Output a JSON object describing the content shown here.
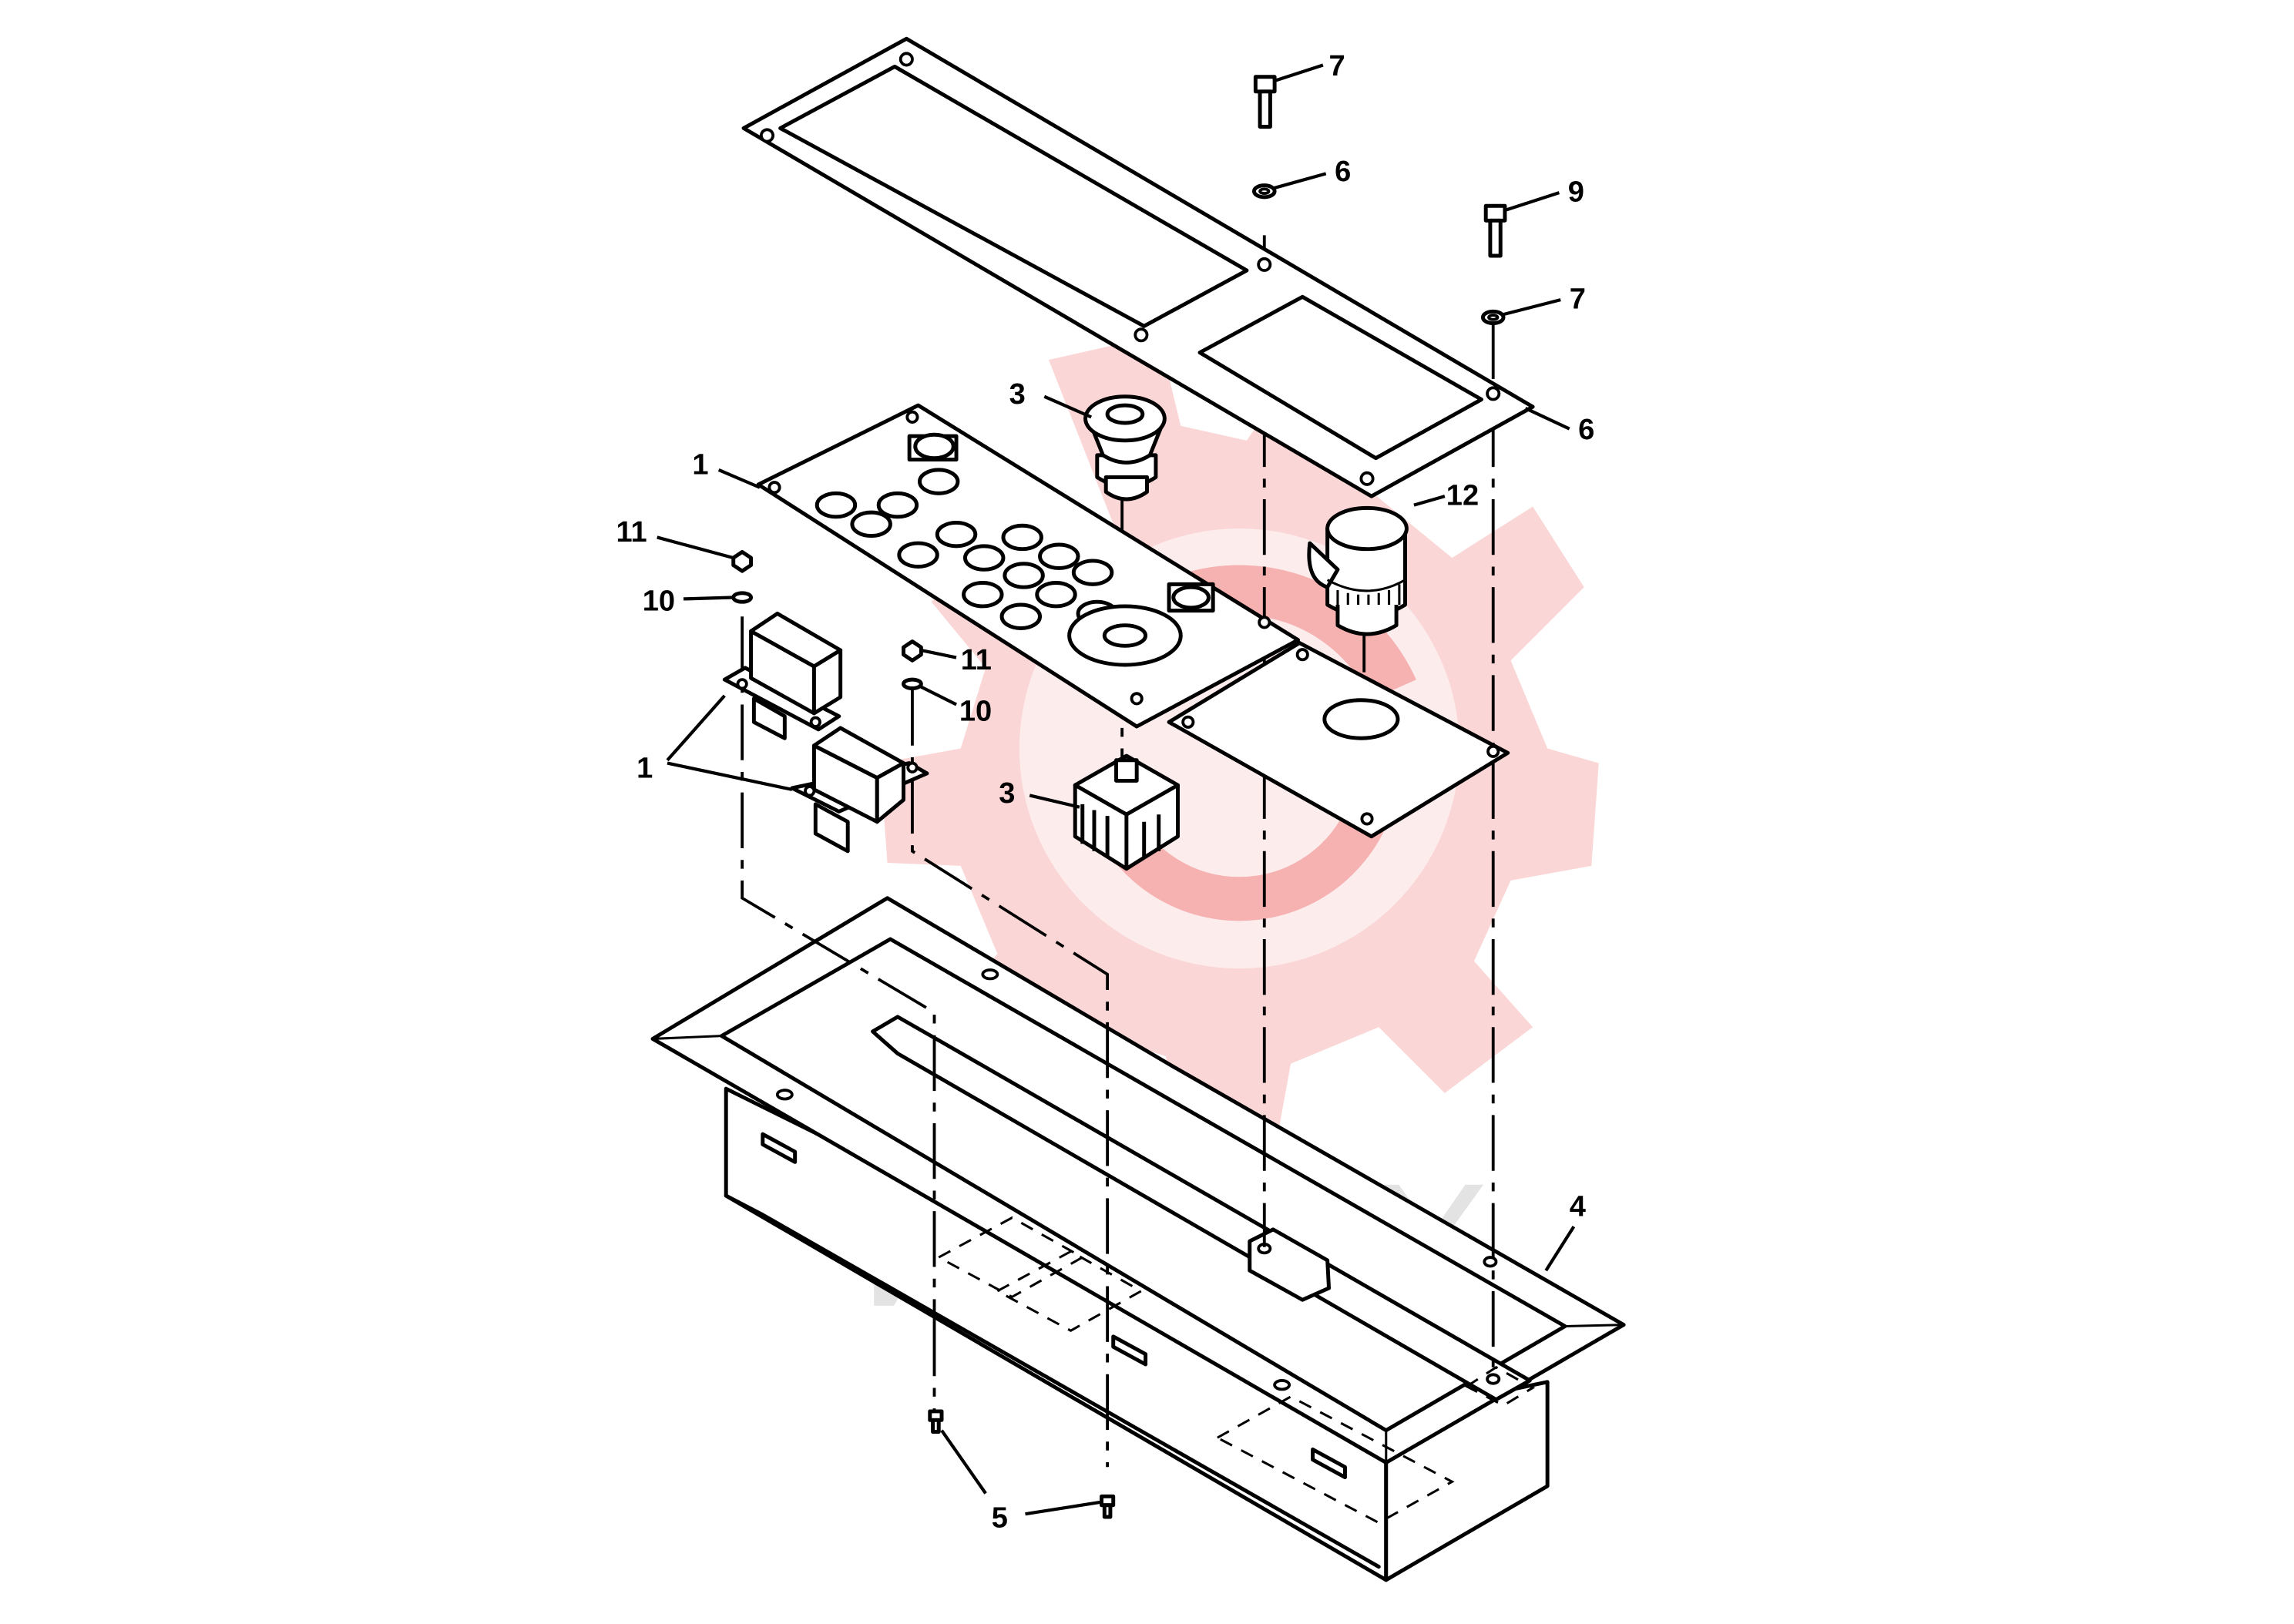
{
  "watermark": {
    "text": "ИНТЕХ",
    "gear_color": "#f7b3b3",
    "text_color": "#e4e4e4"
  },
  "callouts": [
    {
      "id": "c1a",
      "label": "1"
    },
    {
      "id": "c1b",
      "label": "1"
    },
    {
      "id": "c3a",
      "label": "3"
    },
    {
      "id": "c3b",
      "label": "3"
    },
    {
      "id": "c4",
      "label": "4"
    },
    {
      "id": "c5",
      "label": "5"
    },
    {
      "id": "c6a",
      "label": "6"
    },
    {
      "id": "c6b",
      "label": "6"
    },
    {
      "id": "c7a",
      "label": "7"
    },
    {
      "id": "c7b",
      "label": "7"
    },
    {
      "id": "c9",
      "label": "9"
    },
    {
      "id": "c10a",
      "label": "10"
    },
    {
      "id": "c10b",
      "label": "10"
    },
    {
      "id": "c11a",
      "label": "11"
    },
    {
      "id": "c11b",
      "label": "11"
    },
    {
      "id": "c12",
      "label": "12"
    }
  ]
}
